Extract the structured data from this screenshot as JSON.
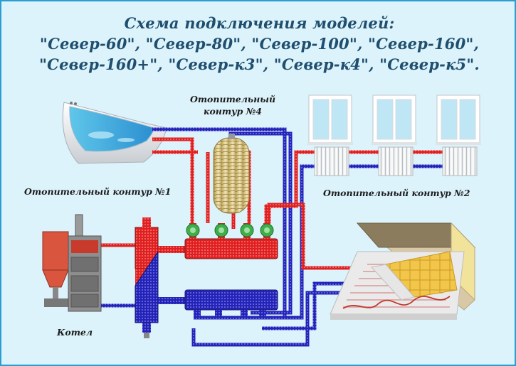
{
  "title": {
    "line1": "Схема подключения моделей:",
    "line2": "\"Север-60\", \"Север-80\", \"Север-100\", \"Север-160\",",
    "line3": "\"Север-160+\", \"Север-к3\", \"Север-к4\", \"Север-к5\"."
  },
  "labels": {
    "circuit4_line1": "Отопительный",
    "circuit4_line2": "контур №4",
    "circuit1": "Отопительный контур №1",
    "circuit2": "Отопительный контур №2",
    "boiler": "Котел"
  },
  "colors": {
    "supply": "#e02020",
    "return": "#2323b8",
    "frame": "#2a9ed0",
    "background": "#dcf3fb",
    "title": "#1f4e6e",
    "pump": "#3fae4a"
  }
}
